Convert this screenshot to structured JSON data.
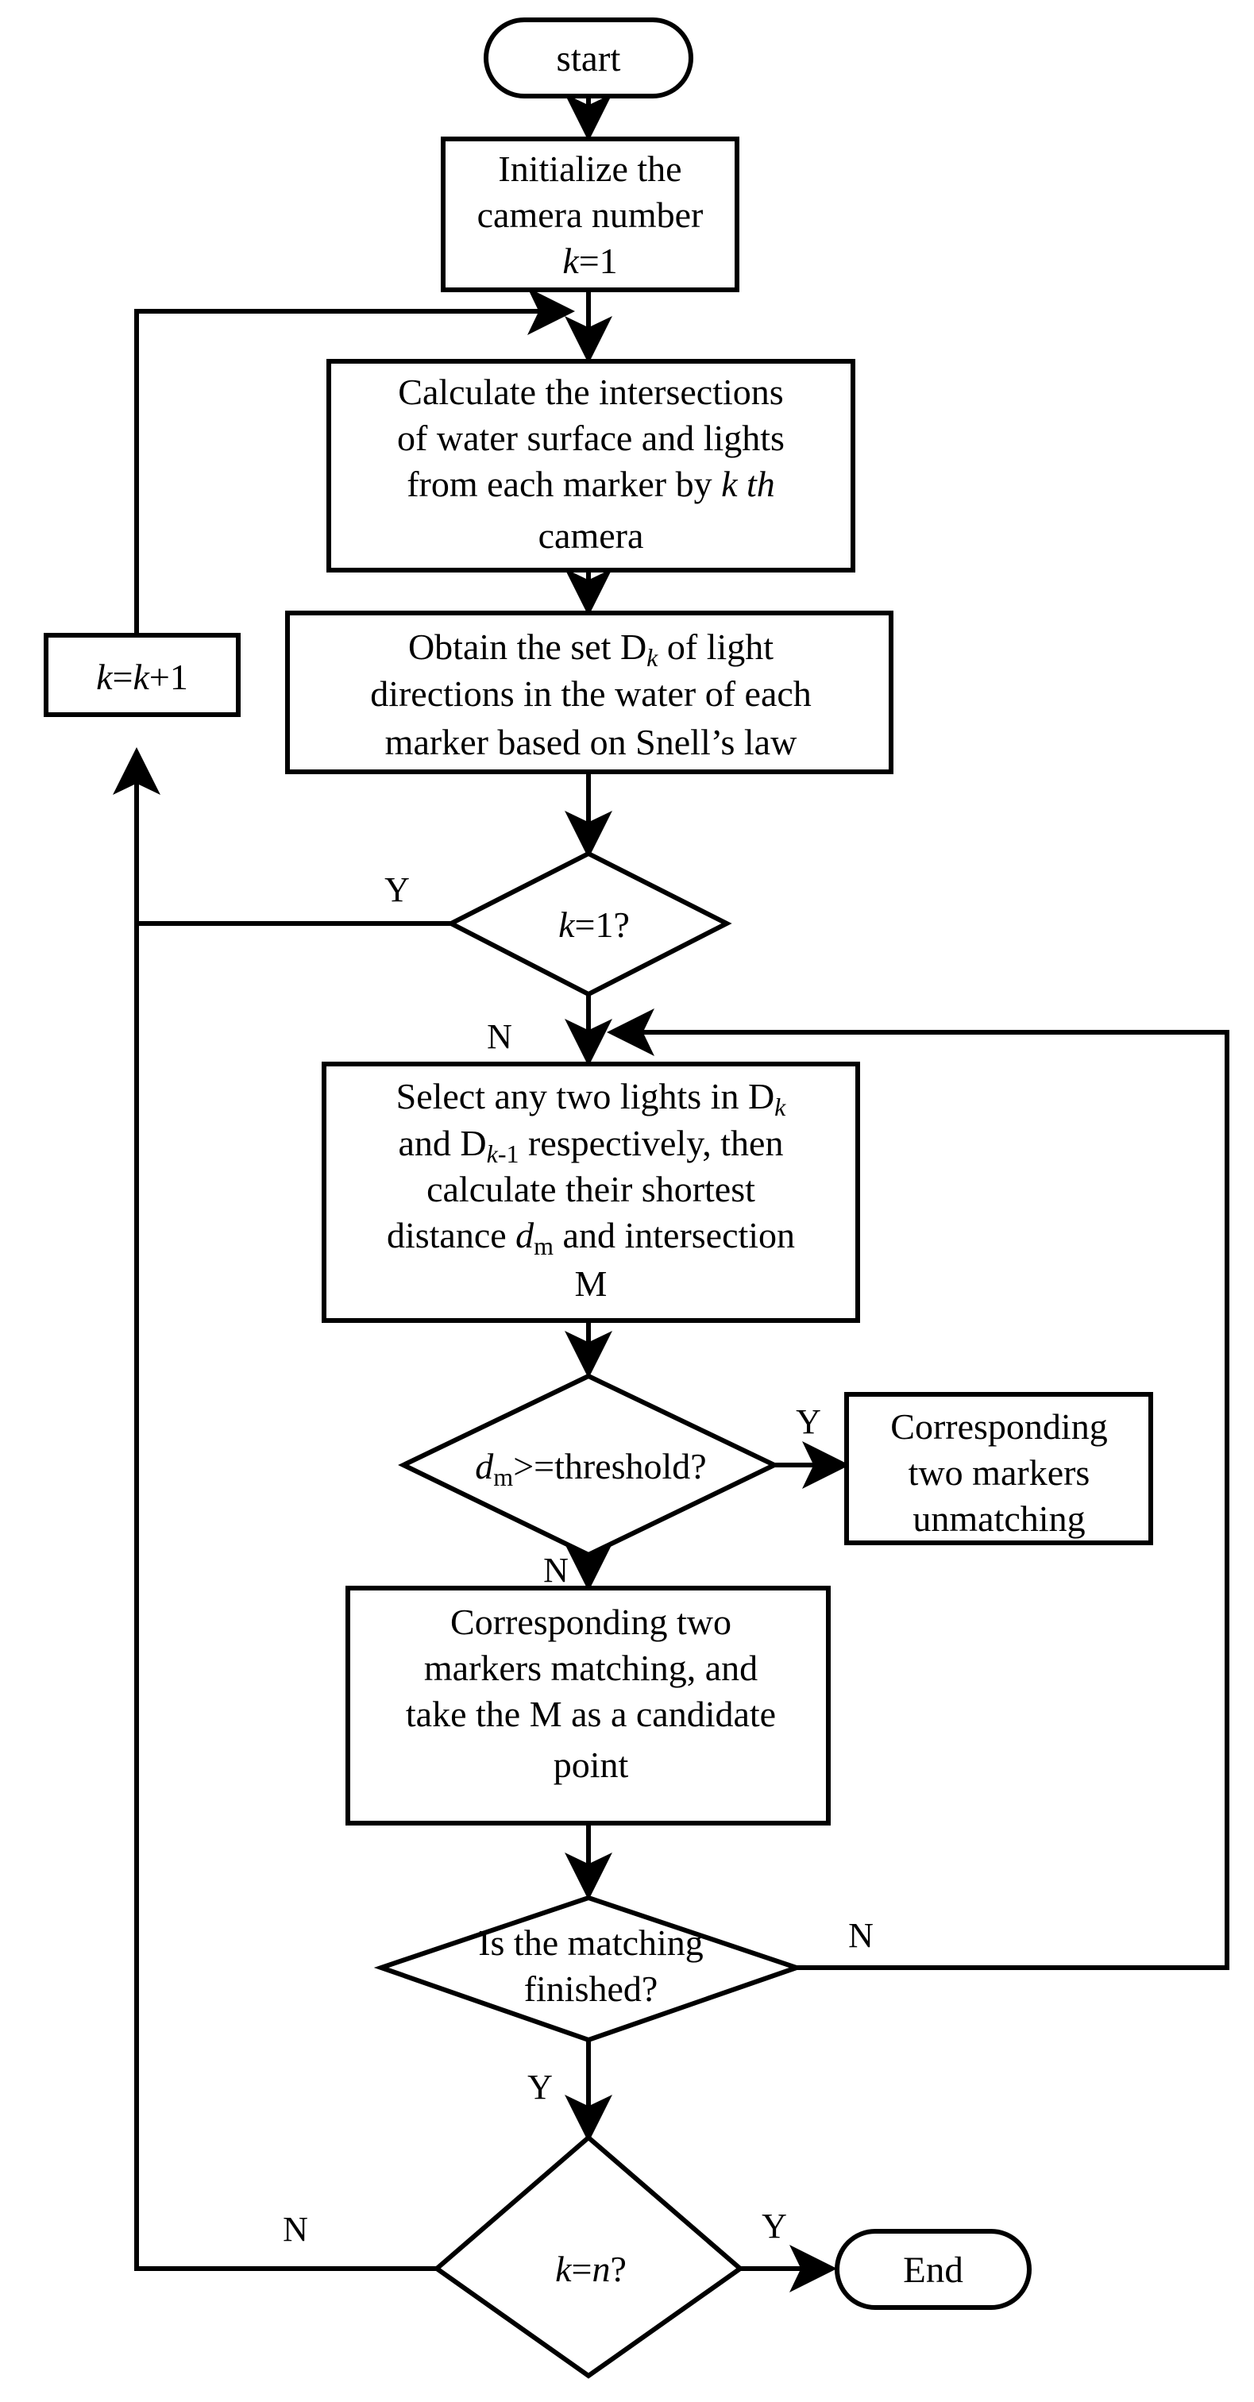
{
  "diagram": {
    "title": "Marker matching flowchart",
    "colors": {
      "stroke": "#000000",
      "fill": "#ffffff",
      "text": "#000000"
    },
    "nodes": {
      "start": {
        "label": "start",
        "type": "terminator"
      },
      "init": {
        "type": "process",
        "lines": [
          "Initialize the",
          "camera number",
          "k=1"
        ]
      },
      "calc_intersections": {
        "type": "process",
        "lines": [
          "Calculate the intersections",
          "of water surface and lights",
          "from each marker by k th",
          "camera"
        ]
      },
      "obtain_set": {
        "type": "process",
        "lines": [
          "Obtain the set Dk of light",
          "directions in the water of each",
          "marker based on Snell’s law"
        ]
      },
      "k_increment": {
        "type": "process",
        "lines": [
          "k=k+1"
        ]
      },
      "k_is_one": {
        "type": "decision",
        "label": "k=1?"
      },
      "select_lights": {
        "type": "process",
        "lines": [
          "Select any two lights in Dk",
          "and Dk-1 respectively, then",
          "calculate their shortest",
          "distance dm and intersection",
          "M"
        ]
      },
      "threshold": {
        "type": "decision",
        "label": "dm>=threshold?"
      },
      "unmatching": {
        "type": "process",
        "lines": [
          "Corresponding",
          "two markers",
          "unmatching"
        ]
      },
      "matching": {
        "type": "process",
        "lines": [
          "Corresponding two",
          "markers matching, and",
          "take the M as a candidate",
          "point"
        ]
      },
      "matching_finished": {
        "type": "decision",
        "lines": [
          "Is the matching",
          "finished?"
        ]
      },
      "k_is_n": {
        "type": "decision",
        "label": "k=n?"
      },
      "end": {
        "label": "End",
        "type": "terminator"
      }
    },
    "edge_labels": {
      "k_is_one_yes": "Y",
      "k_is_one_no": "N",
      "threshold_yes": "Y",
      "threshold_no": "N",
      "matching_finished_no": "N",
      "matching_finished_yes": "Y",
      "k_is_n_no": "N",
      "k_is_n_yes": "Y"
    }
  }
}
